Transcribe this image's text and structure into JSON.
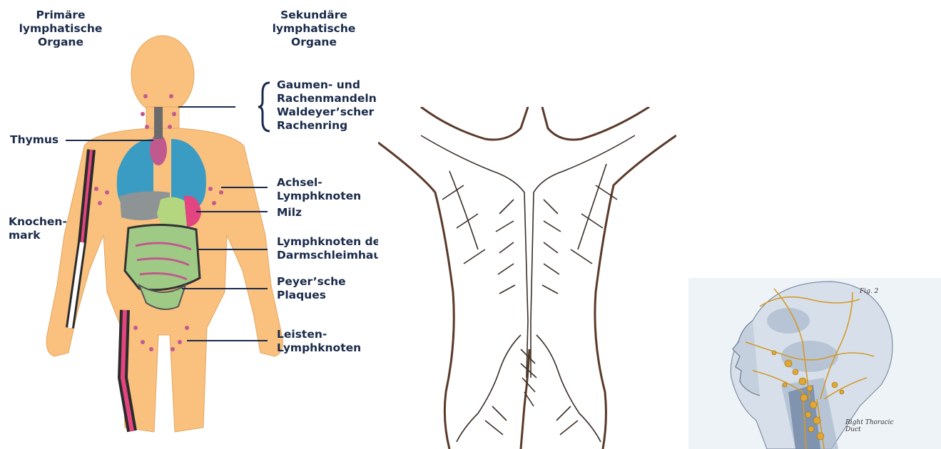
{
  "left_diagram": {
    "heading_primary": "Primäre\nlymphatische\nOrgane",
    "heading_secondary": "Sekundäre\nlymphatische\nOrgane",
    "labels": {
      "thymus": "Thymus",
      "bone_marrow": "Knochen-\nmark",
      "tonsils": "Gaumen- und\nRachenmandeln\nWaldeyer’scher\nRachenring",
      "axillary": "Achsel-\nLymphknoten",
      "spleen": "Milz",
      "mucosa": "Lymphknoten der\nDarmschleimhaut",
      "peyer": "Peyer’sche\nPlaques",
      "inguinal": "Leisten-\nLymphknoten"
    },
    "colors": {
      "skin": "#f9c07e",
      "lungs": "#3a9cc3",
      "heart_thymus": "#c05a8e",
      "liver": "#8e9396",
      "stomach": "#b3d67e",
      "intestine": "#9fca86",
      "bone": "#e2457f",
      "node": "#c05a8e",
      "label_text": "#1a2a4a"
    }
  },
  "right_illustration": {
    "caption_fig": "Fig. 2",
    "caption_duct": "Right Thoracic\nDuct"
  }
}
